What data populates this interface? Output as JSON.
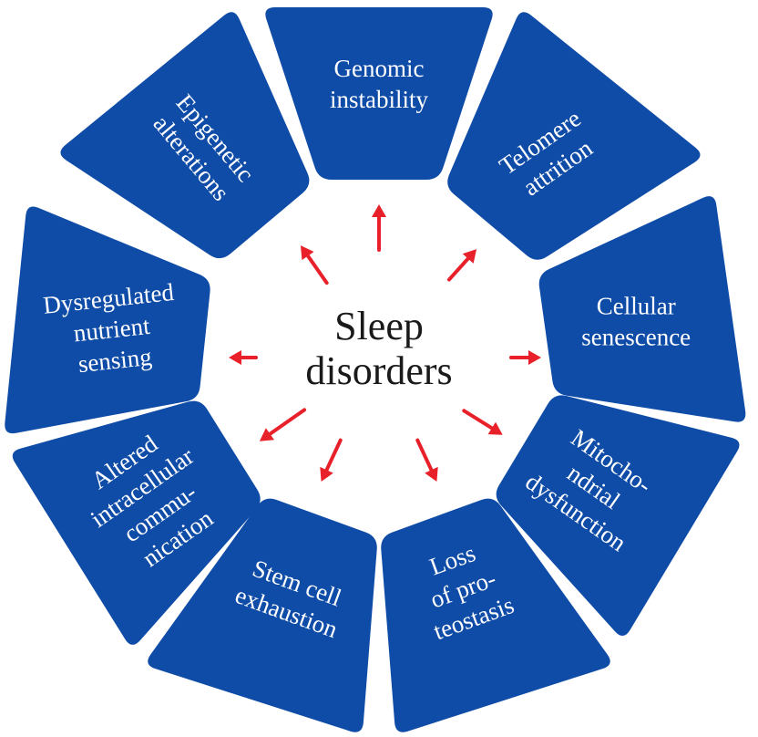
{
  "colors": {
    "segment_fill": "#0f4ca7",
    "segment_text": "#ffffff",
    "arrow": "#e8202a",
    "center_text": "#1a1a1a",
    "background": "#ffffff"
  },
  "center": {
    "label_lines": [
      "Sleep",
      "disorders"
    ]
  },
  "segments": [
    {
      "id": "genomic-instability",
      "lines": [
        "Genomic",
        "instability"
      ]
    },
    {
      "id": "telomere-attrition",
      "lines": [
        "Telomere",
        "attrition"
      ]
    },
    {
      "id": "cellular-senescence",
      "lines": [
        "Cellular",
        "senescence"
      ]
    },
    {
      "id": "mitochondrial-dysfunction",
      "lines": [
        "Mitocho-",
        "ndrial",
        "dysfunction"
      ]
    },
    {
      "id": "loss-of-proteostasis",
      "lines": [
        "Loss",
        "of pro-",
        "teostasis"
      ]
    },
    {
      "id": "stem-cell-exhaustion",
      "lines": [
        "Stem cell",
        "exhaustion"
      ]
    },
    {
      "id": "altered-intracellular-communication",
      "lines": [
        "Altered",
        "intracellular",
        "commu-",
        "nication"
      ]
    },
    {
      "id": "dysregulated-nutrient-sensing",
      "lines": [
        "Dysregulated",
        "nutrient",
        "sensing"
      ]
    },
    {
      "id": "epigenetic-alterations",
      "lines": [
        "Epigenetic",
        "alterations"
      ]
    }
  ],
  "arrows": [
    {
      "target": "genomic-instability"
    },
    {
      "target": "telomere-attrition"
    },
    {
      "target": "cellular-senescence"
    },
    {
      "target": "mitochondrial-dysfunction"
    },
    {
      "target": "loss-of-proteostasis"
    },
    {
      "target": "stem-cell-exhaustion"
    },
    {
      "target": "altered-intracellular-communication"
    },
    {
      "target": "dysregulated-nutrient-sensing"
    },
    {
      "target": "epigenetic-alterations"
    }
  ]
}
